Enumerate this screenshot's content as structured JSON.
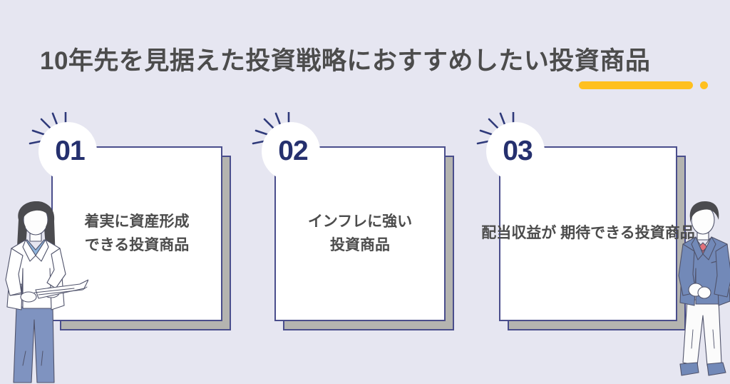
{
  "background_color": "#e6e6f1",
  "header": {
    "title": "10年先を見据えた投資戦略におすすめしたい投資商品",
    "title_color": "#4c4c4c",
    "accent_color": "#ffc01f",
    "accent_shape": "rounded-bar-plus-dot"
  },
  "cards": [
    {
      "number": "01",
      "text": "着実に資産形成\nできる投資商品",
      "number_color": "#25306e",
      "border_color": "#4a4e8c",
      "shadow_color": "#b4b4b0",
      "face_color": "#ffffff",
      "text_color": "#4c4c4c"
    },
    {
      "number": "02",
      "text": "インフレに強い\n投資商品",
      "number_color": "#25306e",
      "border_color": "#4a4e8c",
      "shadow_color": "#b4b4b0",
      "face_color": "#ffffff",
      "text_color": "#4c4c4c"
    },
    {
      "number": "03",
      "text": "配当収益が\n期待できる投資商品",
      "number_color": "#25306e",
      "border_color": "#4a4e8c",
      "shadow_color": "#b4b4b0",
      "face_color": "#ffffff",
      "text_color": "#4c4c4c"
    }
  ],
  "illustrations": {
    "left": {
      "name": "businesswoman-illustration",
      "hair_color": "#4b4b4f",
      "jacket_color": "#ffffff",
      "top_color": "#8fb4dc",
      "pants_color": "#7f93c0",
      "outline_color": "#50536b"
    },
    "right": {
      "name": "businessman-illustration",
      "hair_color": "#4b4b4f",
      "jacket_color": "#7289b8",
      "tie_color": "#e0707a",
      "pants_color": "#fbfbfb",
      "shoe_color": "#7289b8",
      "outline_color": "#50536b"
    }
  }
}
